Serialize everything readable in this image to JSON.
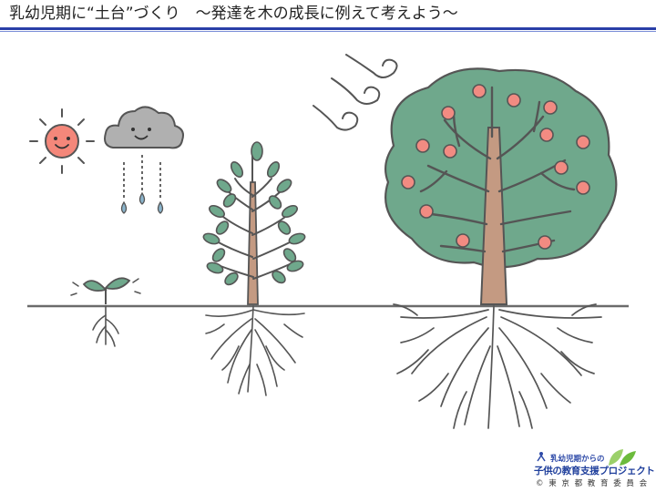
{
  "title": "乳幼児期に“土台”づくり　～発達を木の成長に例えて考えよう～",
  "footer": {
    "tagline": "乳幼児期からの",
    "project_name": "子供の教育支援プロジェクト",
    "copyright": "© 東 京 都 教 育 委 員 会"
  },
  "colors": {
    "title_rule": "#2a3fa8",
    "ground": "#6b6b6b",
    "trunk": "#c49a82",
    "leaf": "#6fa88c",
    "fruit": "#f28b82",
    "sun": "#f4877a",
    "cloud": "#a9a9a9",
    "footer_text": "#1f3f9c"
  },
  "icons": [
    "sun-icon",
    "cloud-icon",
    "raindrop-icon",
    "wind-icon",
    "sprout-icon",
    "sapling-icon",
    "fruit-tree-icon",
    "roots-icon",
    "leaf-logo-icon"
  ]
}
